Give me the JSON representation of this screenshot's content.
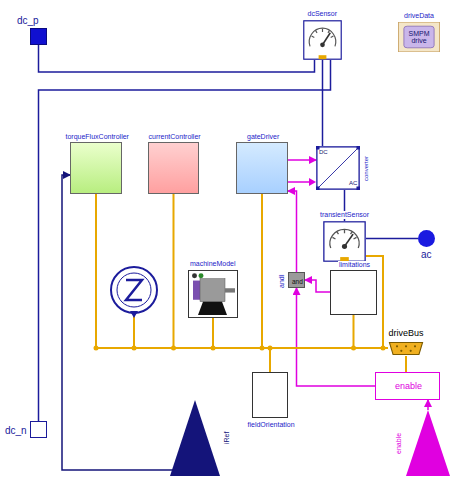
{
  "diagram": {
    "nodes": [
      {
        "text": [
          "dc_p"
        ]
      },
      {
        "text": [
          "dcSensor"
        ]
      },
      {
        "text": [
          "driveData",
          "SMPM drive"
        ]
      },
      {
        "text": [
          "torqueFluxController"
        ]
      },
      {
        "text": [
          "currentController"
        ]
      },
      {
        "text": [
          "gateDriver"
        ]
      },
      {
        "text": [
          "converter",
          "DC",
          "AC"
        ]
      },
      {
        "text": [
          "transientSensor"
        ]
      },
      {
        "text": [
          "ac"
        ]
      },
      {
        "text": [
          "andI",
          "and"
        ]
      },
      {
        "text": [
          "limitations"
        ]
      },
      {
        "text": [
          "machineModel"
        ]
      },
      {
        "text": [
          "driveBus"
        ]
      },
      {
        "text": [
          "dc_n"
        ]
      },
      {
        "text": [
          "fieldOrientation"
        ]
      },
      {
        "text": [
          "enable"
        ]
      },
      {
        "text": [
          "iRef"
        ]
      },
      {
        "text": [
          "enable"
        ]
      }
    ],
    "edges": [
      {
        "from": 0,
        "to": 1,
        "arrow": "none"
      },
      {
        "from": 1,
        "to": 13,
        "arrow": "none"
      },
      {
        "from": 1,
        "to": 6,
        "arrow": "none"
      },
      {
        "from": 6,
        "to": 7,
        "arrow": "none"
      },
      {
        "from": 7,
        "to": 8,
        "arrow": "none"
      },
      {
        "from": 5,
        "to": 6,
        "arrow": "to"
      },
      {
        "from": 16,
        "to": 3,
        "arrow": "to"
      },
      {
        "from": 17,
        "to": 15,
        "arrow": "to"
      },
      {
        "from": 15,
        "to": 9,
        "arrow": "to"
      },
      {
        "from": 10,
        "to": 9,
        "arrow": "to"
      },
      {
        "from": 9,
        "to": 5,
        "arrow": "to"
      },
      {
        "from": 3,
        "to": 12,
        "arrow": "none"
      },
      {
        "from": 4,
        "to": 12,
        "arrow": "none"
      },
      {
        "from": 5,
        "to": 12,
        "arrow": "none"
      },
      {
        "from": 11,
        "to": 12,
        "arrow": "none"
      },
      {
        "from": 10,
        "to": 12,
        "arrow": "none"
      },
      {
        "from": 7,
        "to": 12,
        "arrow": "none"
      },
      {
        "from": 14,
        "to": 12,
        "arrow": "none"
      },
      {
        "from": 15,
        "to": 12,
        "arrow": "none"
      }
    ]
  }
}
